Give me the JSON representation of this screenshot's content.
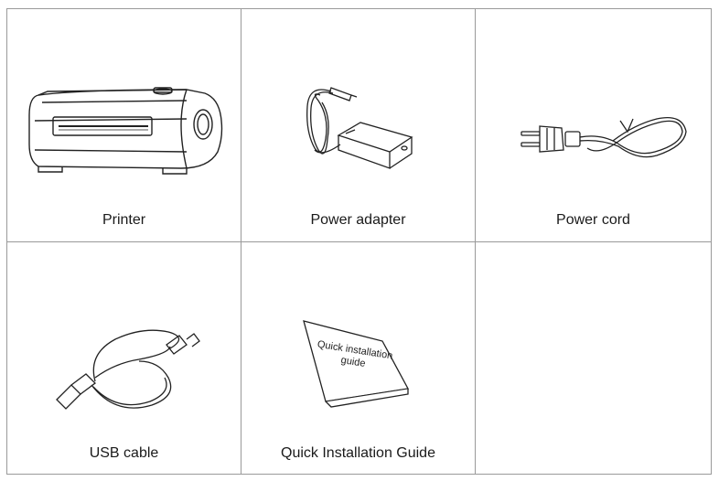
{
  "items": [
    {
      "label": "Printer",
      "icon": "printer-icon"
    },
    {
      "label": "Power adapter",
      "icon": "power-adapter-icon"
    },
    {
      "label": "Power cord",
      "icon": "power-cord-icon"
    },
    {
      "label": "USB cable",
      "icon": "usb-cable-icon"
    },
    {
      "label": "Quick Installation Guide",
      "icon": "guide-booklet-icon"
    }
  ],
  "guide_cover_text": [
    "Quick installation",
    "guide"
  ]
}
